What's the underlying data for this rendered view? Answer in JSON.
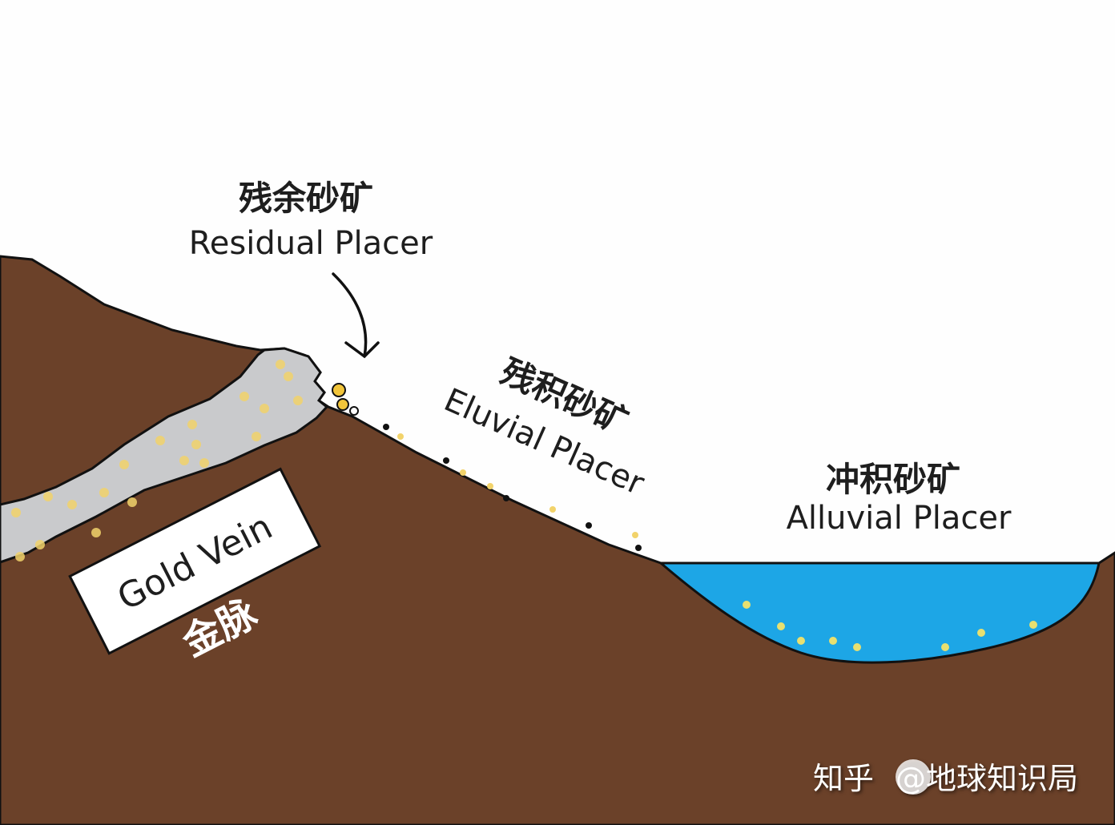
{
  "labels": {
    "residual_cn": "残余砂矿",
    "residual_en": "Residual Placer",
    "eluvial_cn": "残积砂矿",
    "eluvial_en": "Eluvial Placer",
    "alluvial_cn": "冲积砂矿",
    "alluvial_en": "Alluvial Placer",
    "vein_en": "Gold Vein",
    "vein_cn": "金脉"
  },
  "watermark": {
    "platform": "知乎",
    "author": "@地球知识局"
  },
  "colors": {
    "ground": "#6b4129",
    "vein": "#c9cacc",
    "gold": "#f2d36b",
    "water": "#1da6e6",
    "outline": "#111111"
  }
}
